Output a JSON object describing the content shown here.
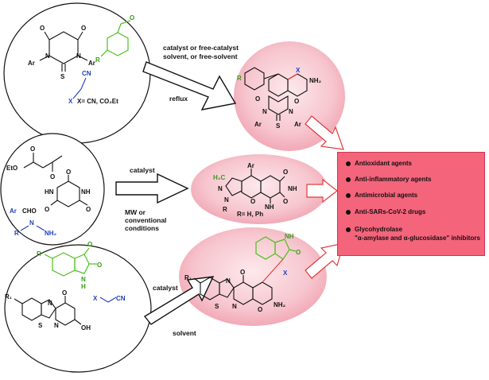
{
  "reactions": [
    {
      "conditions_above": [
        "catalyst or free-catalyst",
        "solvent, or free-solvent"
      ],
      "conditions_below": [
        "reflux"
      ],
      "reactant_labels": {
        "x_def": "X= CN, CO₂Et",
        "cn": "CN",
        "x": "X",
        "ar1": "Ar",
        "ar2": "Ar",
        "n1": "N",
        "n2": "N",
        "s": "S",
        "o1": "O",
        "o2": "O",
        "o_ald": "O",
        "r": "R"
      },
      "product_labels": {
        "x": "X",
        "nh2": "NH₂",
        "o1": "O",
        "o2": "O",
        "n1": "N",
        "n2": "N",
        "ar1": "Ar",
        "ar2": "Ar",
        "s": "S",
        "r": "R"
      }
    },
    {
      "conditions_above": [
        "catalyst"
      ],
      "conditions_below": [
        "MW or",
        "conventional",
        "conditions"
      ],
      "reactant_labels": {
        "eto": "EtO",
        "o1": "O",
        "o2": "O",
        "ar_cho": "Ar",
        "cho": "CHO",
        "r": "R",
        "nh": "N",
        "nh2": "NH₂",
        "o3": "O",
        "o4": "O",
        "o5": "O",
        "nh_a": "HN",
        "nh_b": "NH"
      },
      "product_labels": {
        "h3c": "H₃C",
        "ar": "Ar",
        "o1": "O",
        "o2": "O",
        "o3": "O",
        "n1": "N",
        "n2": "N",
        "nh1": "NH",
        "nh2": "NH",
        "r": "R",
        "r_def": "R= H, Ph"
      }
    },
    {
      "conditions_above": [
        "catalyst"
      ],
      "conditions_below": [
        "solvent"
      ],
      "reactant_labels": {
        "r": "R",
        "o1": "O",
        "o2": "O",
        "n_isatin": "N",
        "h_isatin": "H",
        "x": "X",
        "cn": "CN",
        "r1": "R₁",
        "o3": "O",
        "n1": "N",
        "n2": "N",
        "s": "S",
        "oh": "OH"
      },
      "product_labels": {
        "r1": "R₁",
        "nh": "NH",
        "o1": "O",
        "o2": "O",
        "x": "X",
        "nh2": "NH₂",
        "n1": "N",
        "n2": "N",
        "s": "S",
        "o3": "O"
      }
    }
  ],
  "activities": {
    "items": [
      "Antioxidant agents",
      "Anti-inflammatory agents",
      "Antimicrobial agents",
      "Anti-SARs-CoV-2 drugs",
      "Glycohydrolase"
    ],
    "glyco_subline": "\"α-amylase and α-glucosidase\" inhibitors"
  },
  "colors": {
    "activity_box": "#f4647b",
    "product_glow": "#f7c2cc",
    "highlight_green": "#4cc01f",
    "highlight_blue": "#1f3fbf",
    "highlight_red": "#e23a3a"
  }
}
